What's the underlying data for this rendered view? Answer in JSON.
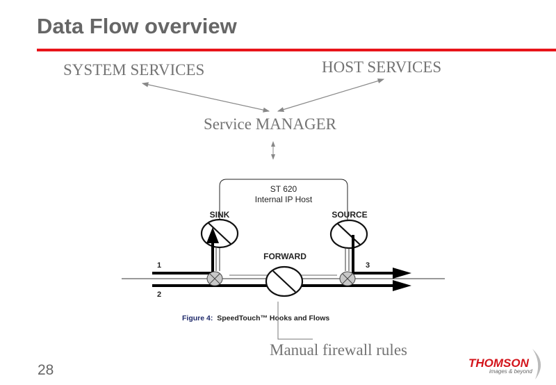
{
  "slide": {
    "title": "Data Flow overview",
    "page_number": "28",
    "accent_color": "#e8141a"
  },
  "diagram": {
    "top_labels": {
      "system_services": "SYSTEM SERVICES",
      "host_services": "HOST SERVICES",
      "service_manager": "Service MANAGER",
      "manual_rules": "Manual firewall rules"
    },
    "figure": {
      "host_label_line1": "ST 620",
      "host_label_line2": "Internal IP Host",
      "sink_label": "SINK",
      "source_label": "SOURCE",
      "forward_label": "FORWARD",
      "flow_1": "1",
      "flow_2": "2",
      "flow_3": "3",
      "caption_prefix": "Figure 4:",
      "caption_text": "SpeedTouch™ Hooks and Flows"
    }
  },
  "logo": {
    "brand": "THOMSON",
    "tagline": "images & beyond"
  }
}
